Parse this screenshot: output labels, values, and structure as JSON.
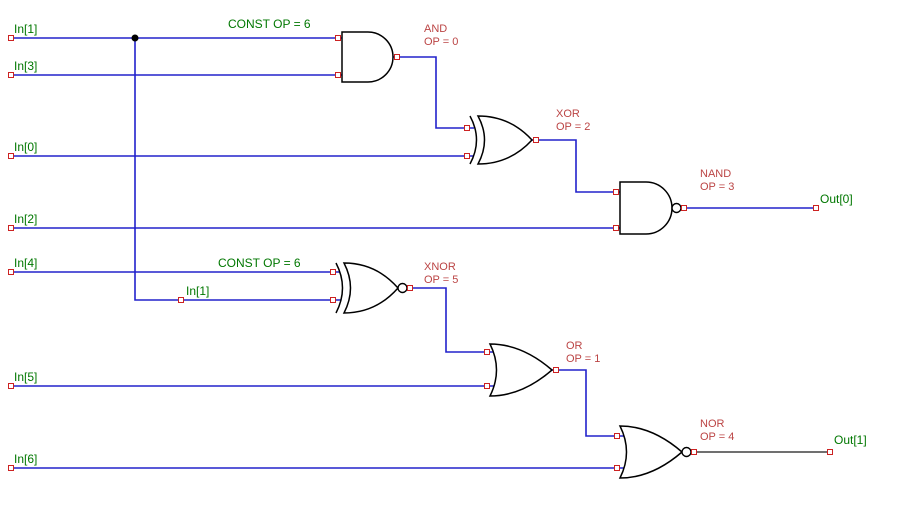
{
  "colors": {
    "wire": "#2222cc",
    "wire_out1": "#404040",
    "label_green": "#007700",
    "label_red": "#bb4444",
    "pin_red": "#cc2222",
    "gate_outline": "#000000",
    "background": "#ffffff"
  },
  "inputs": [
    {
      "name": "In[1]"
    },
    {
      "name": "In[3]"
    },
    {
      "name": "In[0]"
    },
    {
      "name": "In[2]"
    },
    {
      "name": "In[4]"
    },
    {
      "name": "In[5]"
    },
    {
      "name": "In[6]"
    }
  ],
  "outputs": [
    {
      "name": "Out[0]"
    },
    {
      "name": "Out[1]"
    }
  ],
  "gates": [
    {
      "type": "AND",
      "op": "OP = 0"
    },
    {
      "type": "XOR",
      "op": "OP = 2"
    },
    {
      "type": "NAND",
      "op": "OP = 3"
    },
    {
      "type": "XNOR",
      "op": "OP = 5"
    },
    {
      "type": "OR",
      "op": "OP = 1"
    },
    {
      "type": "NOR",
      "op": "OP = 4"
    }
  ],
  "annotations": {
    "const_label_top": "CONST OP = 6",
    "const_label_mid": "CONST OP = 6",
    "net_alias": "In[1]"
  }
}
